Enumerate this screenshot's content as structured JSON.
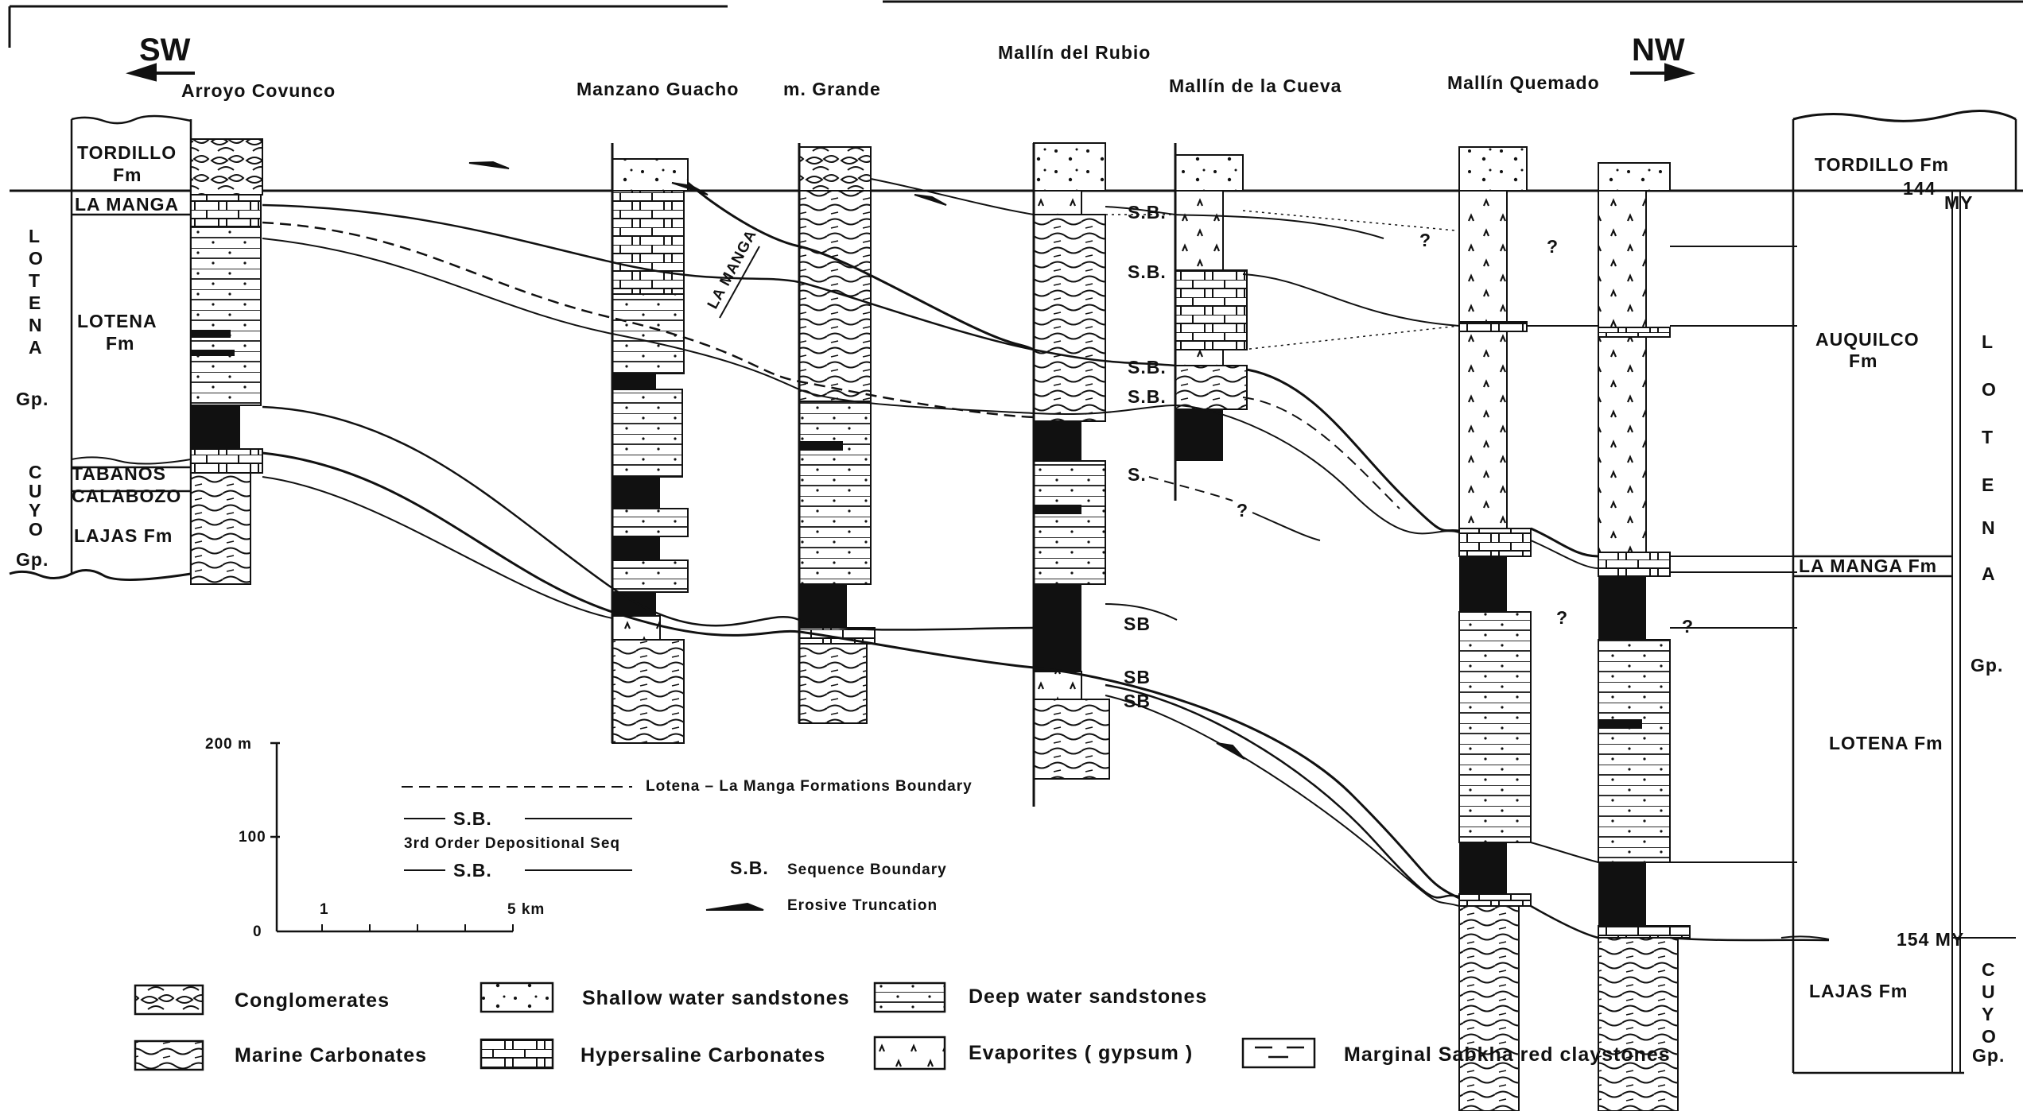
{
  "figure": {
    "direction_left": "SW",
    "direction_right": "NW",
    "localities": [
      "Arroyo Covunco",
      "Manzano Guacho",
      "m. Grande",
      "Mallín del Rubio",
      "Mallín de la Cueva",
      "Mallín Quemado"
    ],
    "left_panel": {
      "tordillo": "TORDILLO",
      "tordillo_fm": "Fm",
      "la_manga": "LA MANGA",
      "lotena": "LOTENA",
      "lotena_fm": "Fm",
      "group_letters": [
        "L",
        "O",
        "T",
        "E",
        "N",
        "A"
      ],
      "group_gp": "Gp.",
      "tabanos": "TABANOS",
      "calabozo": "CALABOZO",
      "lajas": "LAJAS  Fm",
      "cuyo_letters": [
        "C",
        "U",
        "Y",
        "O"
      ],
      "cuyo_gp": "Gp."
    },
    "right_panel": {
      "tordillo": "TORDILLO  Fm",
      "age_top": "144",
      "age_top_unit": "MY",
      "auquilco": "AUQUILCO",
      "auquilco_fm": "Fm",
      "la_manga": "LA MANGA  Fm",
      "lotena": "LOTENA  Fm",
      "lajas": "LAJAS  Fm",
      "age_bottom": "154 MY",
      "lotena_letters": [
        "L",
        "O",
        "T",
        "E",
        "N",
        "A"
      ],
      "lotena_gp": "Gp.",
      "cuyo_letters": [
        "C",
        "U",
        "Y",
        "O"
      ],
      "cuyo_gp": "Gp."
    },
    "annotations": {
      "sb": "S.B.",
      "sb_short": "SB",
      "s": "S.",
      "question": "?",
      "la_manga_slanted": "LA MANGA"
    },
    "scale": {
      "v200": "200  m",
      "v100": "100",
      "v0": "0",
      "h1": "1",
      "h5": "5 km"
    },
    "key": {
      "boundary": "Lotena – La Manga  Formations  Boundary",
      "sb_label": "S.B.",
      "third_order": "3rd Order  Depositional Seq",
      "sb_def_abbr": "S.B.",
      "sb_def": "Sequence  Boundary",
      "erosive": "Erosive  Truncation"
    },
    "legend": [
      "Conglomerates",
      "Shallow water sandstones",
      "Deep water sandstones",
      "Marine  Carbonates",
      "Hypersaline  Carbonates",
      "Evaporites  ( gypsum )",
      "Marginal  Sabkha  red  claystones"
    ]
  }
}
